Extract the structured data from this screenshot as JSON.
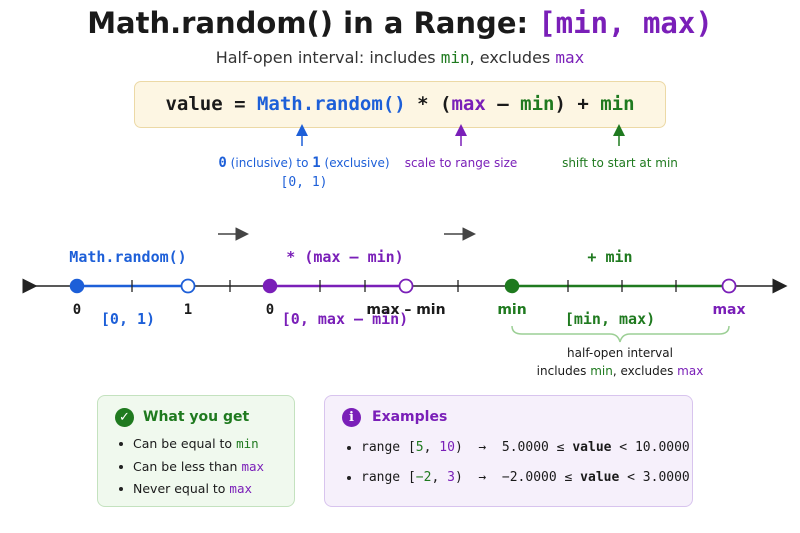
{
  "title": {
    "prefix": "Math.random() in a Range: ",
    "range": "[min, max)"
  },
  "subtitle": {
    "lead": "Half-open interval: includes ",
    "min": "min",
    "mid": ", excludes ",
    "max": "max"
  },
  "formula": {
    "value": "value",
    "eq": " = ",
    "random": "Math.random()",
    "times": " * (",
    "max": "max",
    "minus": " – ",
    "min1": "min",
    "close_plus": ") + ",
    "min2": "min"
  },
  "annotations": {
    "random": {
      "zero": "0",
      "incl": " (inclusive) to ",
      "one": "1",
      "excl": " (exclusive)",
      "interval": "[0, 1)"
    },
    "scale": "scale to range size",
    "shift": "shift to start at min"
  },
  "stages": [
    {
      "label": "Math.random()",
      "interval": "[0, 1)",
      "color": "#1d5fd8"
    },
    {
      "label": "* (max – min)",
      "interval": "[0, max – min)",
      "color": "#7a1fb8"
    },
    {
      "label": "+ min",
      "interval": "[min, max)",
      "color": "#1f7a1f"
    }
  ],
  "number_line": {
    "labels": {
      "zero_a": "0",
      "one": "1",
      "zero_b": "0",
      "max_minus_min": "max – min",
      "min": "min",
      "max": "max"
    },
    "colors": {
      "blue": "#1d5fd8",
      "purple": "#7a1fb8",
      "green": "#1f7a1f"
    }
  },
  "brace_note": {
    "line1": "half-open interval",
    "pre": "includes ",
    "min": "min",
    "mid": ", excludes ",
    "max": "max"
  },
  "what_you_get": {
    "title": "What you get",
    "icon": "check-circle-icon",
    "items": [
      {
        "text": "Can be equal to ",
        "key": "min"
      },
      {
        "text": "Can be less than ",
        "key": "max"
      },
      {
        "text": "Never equal to ",
        "key": "max"
      }
    ]
  },
  "examples": {
    "title": "Examples",
    "icon": "info-circle-icon",
    "items": [
      {
        "pre": "range [",
        "a": "5",
        "sep": ", ",
        "b": "10",
        "post": ")  →  5.0000 ≤ ",
        "v": "value",
        "tail": " < 10.0000"
      },
      {
        "pre": "range [",
        "a": "−2",
        "sep": ", ",
        "b": "3",
        "post": ")  →  −2.0000 ≤ ",
        "v": "value",
        "tail": " < 3.0000"
      }
    ]
  }
}
